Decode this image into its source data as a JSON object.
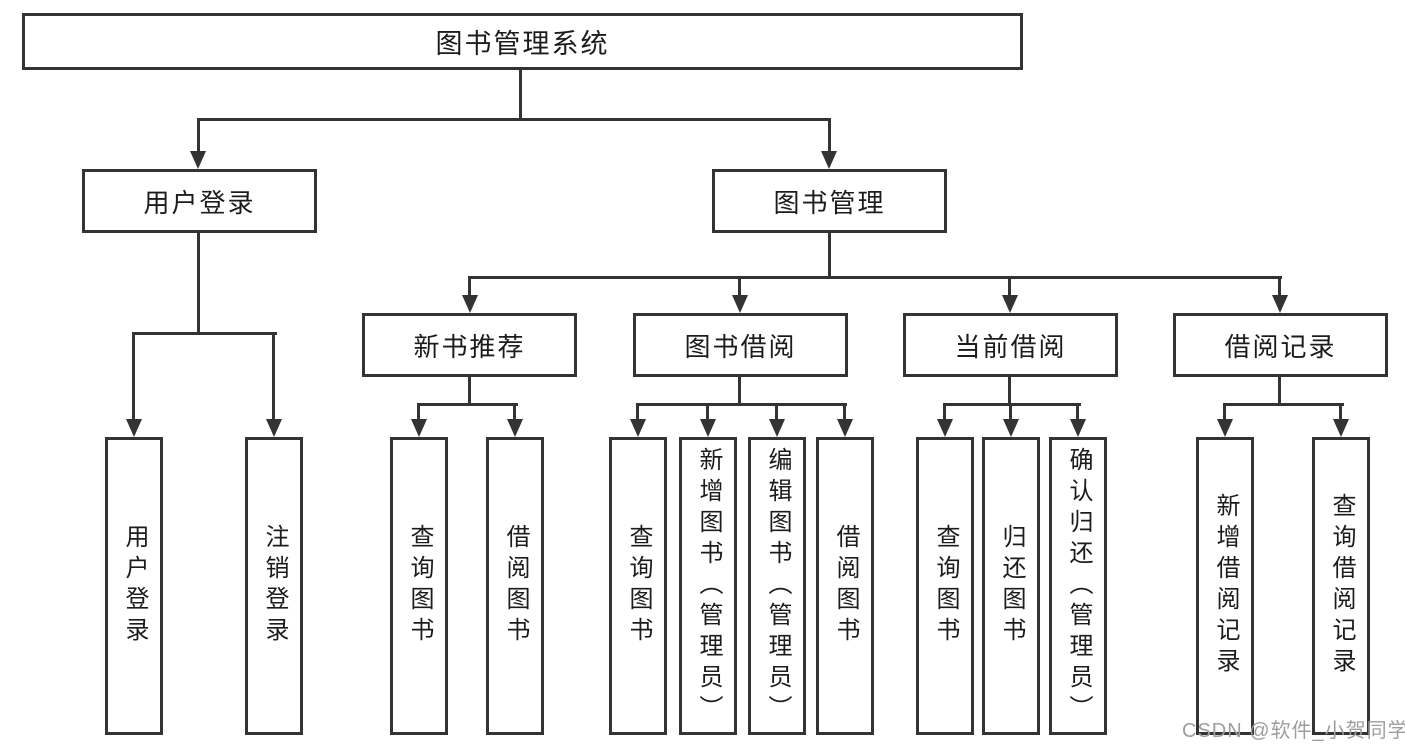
{
  "colors": {
    "line": "#333333",
    "box_border": "#333333",
    "text": "#1c1c1c",
    "watermark": "#9e9e9e",
    "background": "#ffffff"
  },
  "diagram": {
    "root": {
      "label": "图书管理系统"
    },
    "level2": [
      {
        "id": "user-login",
        "label": "用户登录"
      },
      {
        "id": "book-management",
        "label": "图书管理"
      }
    ],
    "level3": [
      {
        "id": "new-book-recommendation",
        "label": "新书推荐"
      },
      {
        "id": "book-borrowing",
        "label": "图书借阅"
      },
      {
        "id": "current-borrowing",
        "label": "当前借阅"
      },
      {
        "id": "borrowing-records",
        "label": "借阅记录"
      }
    ],
    "leaves": {
      "user_login": [
        {
          "label": "用户登录"
        },
        {
          "label": "注销登录"
        }
      ],
      "new_book_recommendation": [
        {
          "label": "查询图书"
        },
        {
          "label": "借阅图书"
        }
      ],
      "book_borrowing": [
        {
          "label": "查询图书"
        },
        {
          "label": "新增图书（管理员）"
        },
        {
          "label": "编辑图书（管理员）"
        },
        {
          "label": "借阅图书"
        }
      ],
      "current_borrowing": [
        {
          "label": "查询图书"
        },
        {
          "label": "归还图书"
        },
        {
          "label": "确认归还（管理员）"
        }
      ],
      "borrowing_records": [
        {
          "label": "新增借阅记录"
        },
        {
          "label": "查询借阅记录"
        }
      ]
    }
  },
  "watermark": {
    "text": "CSDN @软件_小贺同学"
  }
}
